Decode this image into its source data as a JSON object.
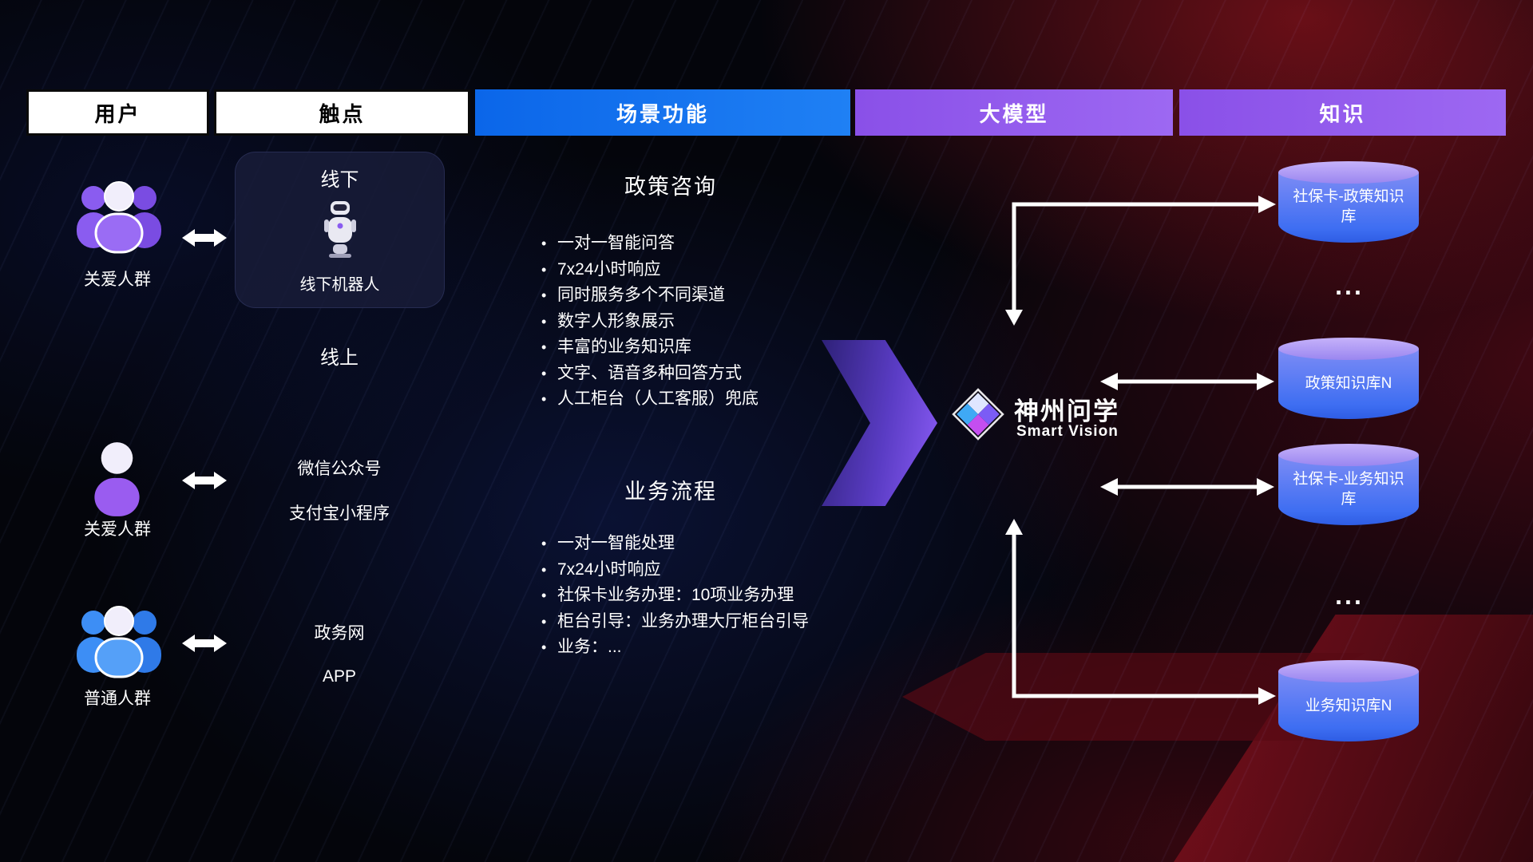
{
  "header": {
    "columns": [
      {
        "label": "用户",
        "style": "white"
      },
      {
        "label": "触点",
        "style": "white"
      },
      {
        "label": "场景功能",
        "style": "blue"
      },
      {
        "label": "大模型",
        "style": "purple"
      },
      {
        "label": "知识",
        "style": "purple"
      }
    ]
  },
  "users": [
    {
      "label": "关爱人群",
      "icon": "group-people-purple"
    },
    {
      "label": "关爱人群",
      "icon": "single-person-purple"
    },
    {
      "label": "普通人群",
      "icon": "group-people-blue"
    }
  ],
  "touchpoints": {
    "offline_title": "线下",
    "offline_robot": "线下机器人",
    "online": "线上",
    "channels": [
      "微信公众号",
      "支付宝小程序",
      "政务网",
      "APP"
    ]
  },
  "scenarios": [
    {
      "title": "政策咨询",
      "items": [
        "一对一智能问答",
        "7x24小时响应",
        "同时服务多个不同渠道",
        "数字人形象展示",
        "丰富的业务知识库",
        "文字、语音多种回答方式",
        "人工柜台（人工客服）兜底"
      ]
    },
    {
      "title": "业务流程",
      "items": [
        "一对一智能处理",
        "7x24小时响应",
        "社保卡业务办理：10项业务办理",
        "柜台引导：业务办理大厅柜台引导",
        "业务：..."
      ]
    }
  ],
  "model": {
    "name": "神州问学",
    "subtitle": "Smart Vision"
  },
  "knowledge": {
    "items": [
      "社保卡-政策知识库",
      "政策知识库N",
      "社保卡-业务知识库",
      "业务知识库N"
    ],
    "ellipsis": "..."
  },
  "colors": {
    "header_blue": "#1173f0",
    "header_purple": "#9a5cf0",
    "db_top": "#b9a2f8",
    "db_body": "#3e6ef2",
    "accent_purple": "#8a52f0",
    "people_purple": "#8a5cf0",
    "people_blue": "#3d8ef5",
    "arrow_white": "#ffffff"
  }
}
